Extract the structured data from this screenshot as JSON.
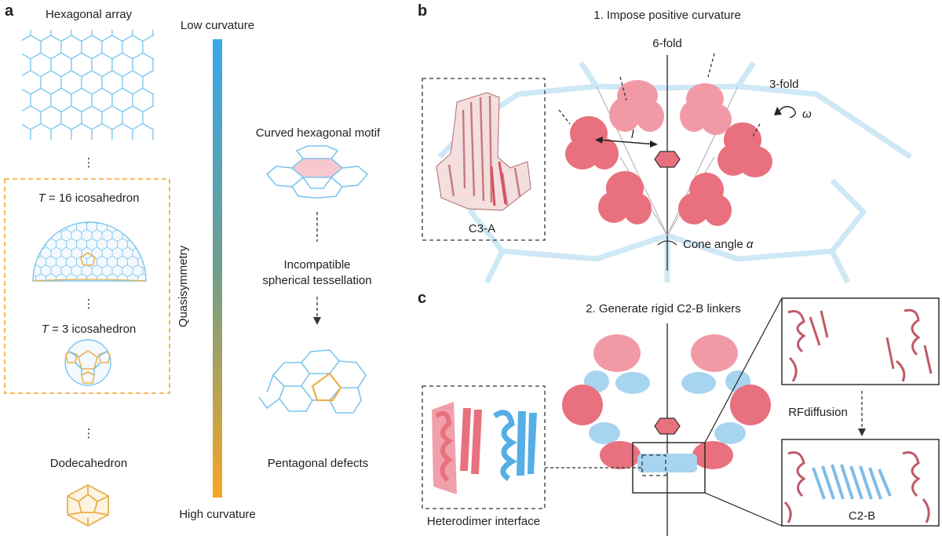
{
  "panels": {
    "a": {
      "letter": "a",
      "hexagonal_array": "Hexagonal array",
      "ellipsis_1": "⋮",
      "t16_italic": "T",
      "t16_rest": " = 16 icosahedron",
      "ellipsis_2": "⋮",
      "t3_italic": "T",
      "t3_rest": " = 3 icosahedron",
      "ellipsis_3": "⋮",
      "dodecahedron": "Dodecahedron",
      "quasisymmetry": "Quasisymmetry",
      "low_curvature": "Low curvature",
      "high_curvature": "High curvature",
      "curved_hex_motif": "Curved hexagonal motif",
      "incompatible_1": "Incompatible",
      "incompatible_2": "spherical tessellation",
      "pentagonal_defects": "Pentagonal defects",
      "colors": {
        "low": "#39a8ec",
        "high": "#f5a623",
        "hex_stroke": "#7cc6ee",
        "pentagon": "#e9b04a"
      }
    },
    "b": {
      "letter": "b",
      "step": "1. Impose positive curvature",
      "six_fold": "6-fold",
      "three_fold": "3-fold",
      "omega": "ω",
      "l_symbol": "l",
      "cone_angle": "Cone angle ",
      "alpha": "α",
      "inset_label": "C3-A",
      "colors": {
        "trimer": "#e9707e",
        "trimer_light": "#f19aa5"
      }
    },
    "c": {
      "letter": "c",
      "step": "2. Generate rigid C2-B linkers",
      "heterodimer": "Heterodimer interface",
      "rfdiffusion": "RFdiffusion",
      "c2b": "C2-B",
      "colors": {
        "linker": "#a7d4ef",
        "helix_blue": "#55aee6",
        "helix_pink": "#e9707e"
      }
    }
  }
}
